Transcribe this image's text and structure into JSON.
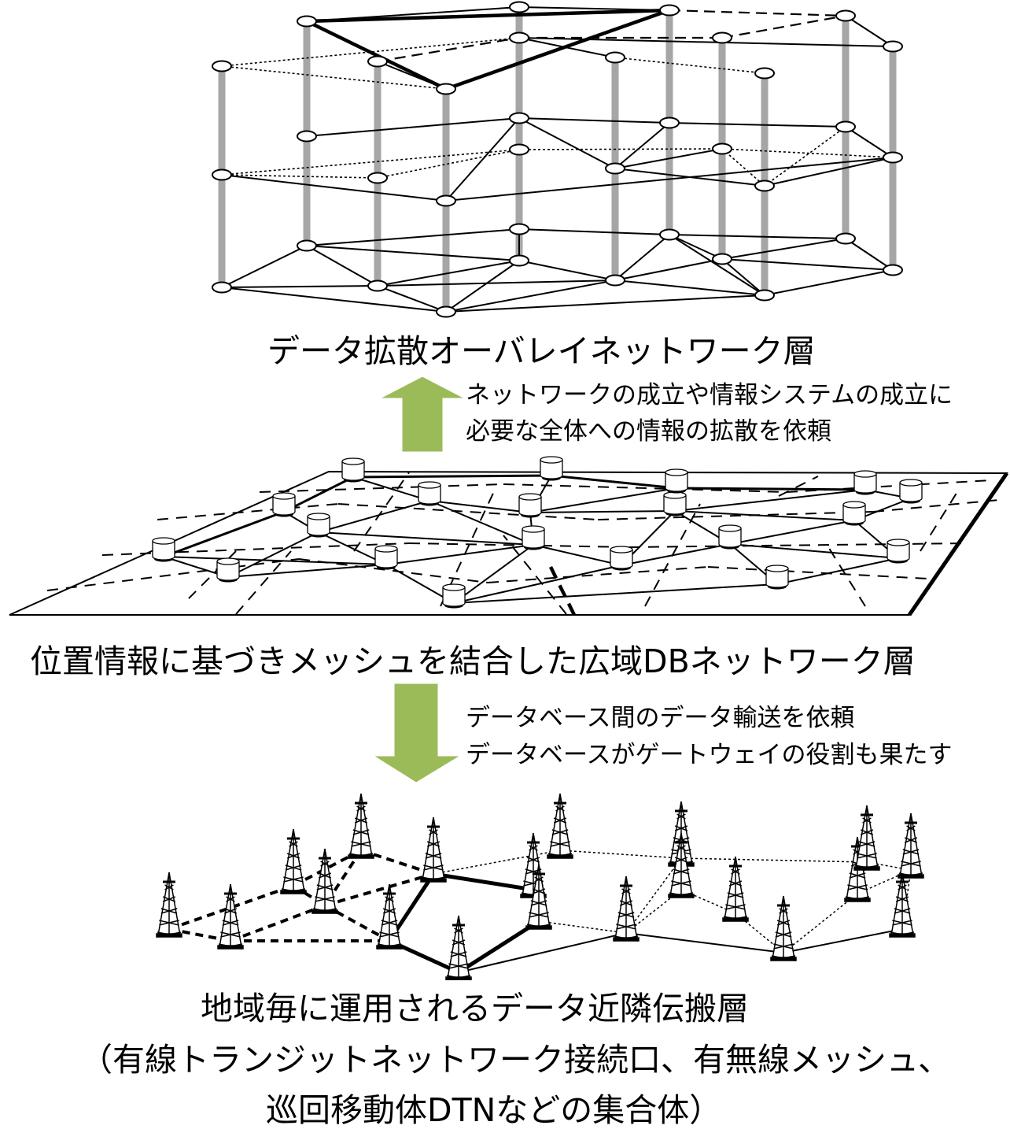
{
  "layers": {
    "top": {
      "label": "データ拡散オーバレイネットワーク層"
    },
    "middle": {
      "label": "位置情報に基づきメッシュを結合した広域DBネットワーク層"
    },
    "bottom": {
      "label_line1": "地域毎に運用されるデータ近隣伝搬層",
      "label_line2": "（有線トランジットネットワーク接続口、有無線メッシュ、",
      "label_line3": "巡回移動体DTNなどの集合体）"
    }
  },
  "arrows": {
    "up": {
      "direction": "up",
      "color": "#9BBB59",
      "caption_line1": "ネットワークの成立や情報システムの成立に",
      "caption_line2": "必要な全体への情報の拡散を依頼"
    },
    "down": {
      "direction": "down",
      "color": "#9BBB59",
      "caption_line1": "データベース間のデータ輸送を依頼",
      "caption_line2": "データベースがゲートウェイの役割も果たす"
    }
  }
}
